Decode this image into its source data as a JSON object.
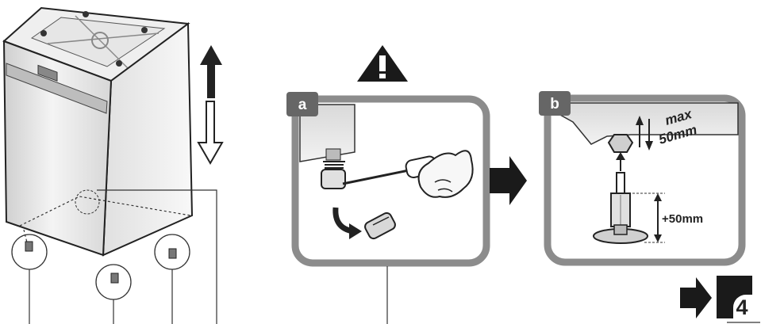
{
  "panels": {
    "a": {
      "letter": "a"
    },
    "b": {
      "letter": "b"
    }
  },
  "measurements": {
    "max_line1": "max",
    "max_line2": "50mm",
    "extension": "+50mm"
  },
  "next_step": {
    "number": "4"
  },
  "icons": {
    "warning": "warning-triangle-icon",
    "arrow": "right-arrow-icon"
  },
  "colors": {
    "panel_border": "#8c8c8c",
    "badge_fill": "#666666",
    "ink": "#222222"
  }
}
